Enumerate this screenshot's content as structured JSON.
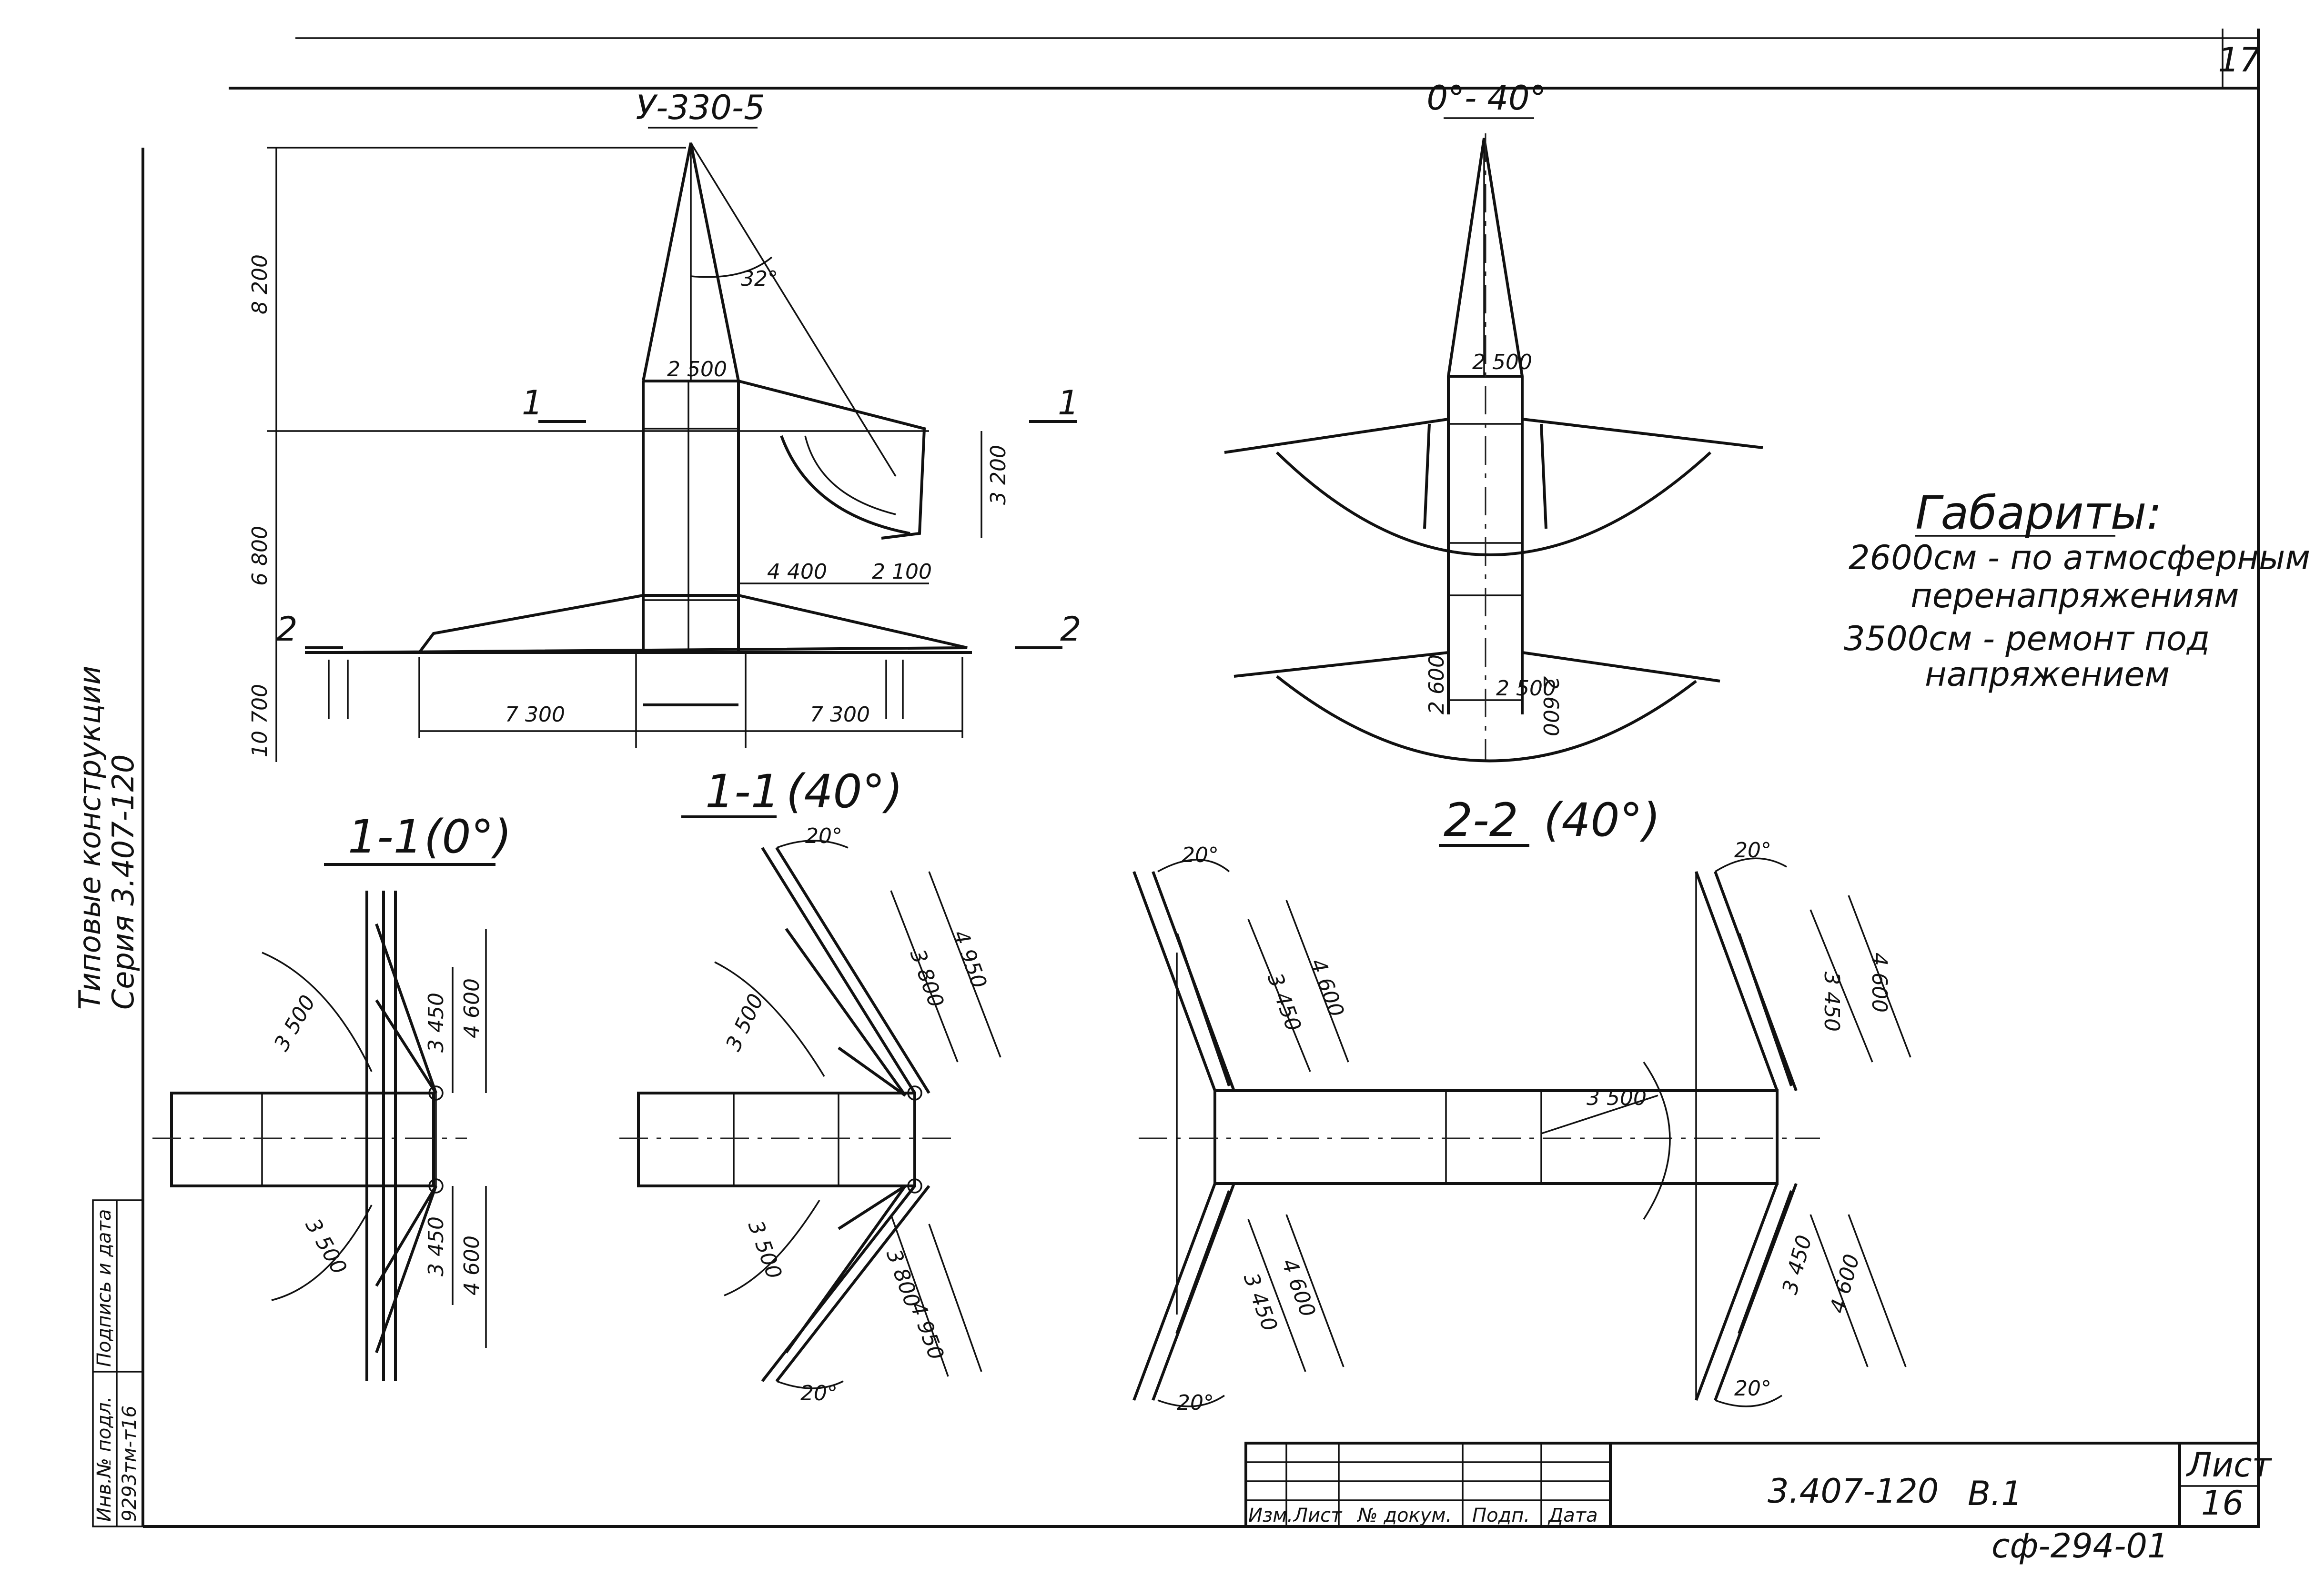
{
  "sheet": {
    "page_number": "17",
    "series_side_title": "Типовые конструкции",
    "series_side_code": "Серия 3.407-120"
  },
  "view_top_left": {
    "title": "У-330-5",
    "angle": "32°",
    "dims": {
      "h_top": "8 200",
      "h_mid": "6 800",
      "h_base": "10 700",
      "width_top": "2 500",
      "span_a": "4 400",
      "span_b": "2 100",
      "arm_h": "3 200",
      "left_base": "7 300",
      "right_base": "7 300"
    },
    "section_marks": {
      "s1_left": "1",
      "s1_right": "1",
      "s2_left": "2",
      "s2_right": "2"
    }
  },
  "view_top_right": {
    "title": "0°- 40°",
    "dims": {
      "width_top": "2 500",
      "d1": "2 600",
      "d2": "2 500",
      "d3": "2 600"
    }
  },
  "gabarity": {
    "title": "Габариты:",
    "line1": "2600см - по атмосферным",
    "line2": "перенапряжениям",
    "line3": "3500см - ремонт под",
    "line4": "напряжением"
  },
  "section_1_1_0": {
    "title": "1-1",
    "angle": "(0°)",
    "dims": {
      "r_top": "3 500",
      "r_bottom": "3 500",
      "a_top": "3 450",
      "b_top": "4 600",
      "a_bottom": "3 450",
      "b_bottom": "4 600"
    }
  },
  "section_1_1_40": {
    "title": "1-1",
    "angle": "(40°)",
    "dims": {
      "ang_top": "20°",
      "ang_bottom": "20°",
      "r_top": "3 500",
      "r_bottom": "3 500",
      "a_top": "3 800",
      "b_top": "4 950",
      "a_bottom": "3 800",
      "b_bottom": "4 950"
    }
  },
  "section_2_2_40": {
    "title": "2-2",
    "angle": "(40°)",
    "dims": {
      "ang_tl": "20°",
      "ang_bl": "20°",
      "ang_tr": "20°",
      "ang_br": "20°",
      "r_center": "3 500",
      "a_tl": "3 450",
      "b_tl": "4 600",
      "a_bl": "3 450",
      "b_bl": "4 600",
      "a_tr": "3 450",
      "b_tr": "4 600",
      "a_br": "3 450",
      "b_br": "4 600"
    }
  },
  "title_block": {
    "headers": [
      "Изм.",
      "Лист",
      "№ докум.",
      "Подп.",
      "Дата"
    ],
    "doc_code": "3.407-120",
    "doc_part": "В.1",
    "sheet_label": "Лист",
    "sheet_number": "16",
    "footer_code": "сф-294-01"
  },
  "left_stamp": {
    "col1_label": "Инв.№ подл.",
    "col1_value": "9293тм-т16",
    "col2_label": "Подпись и дата",
    "col2_value": ""
  }
}
